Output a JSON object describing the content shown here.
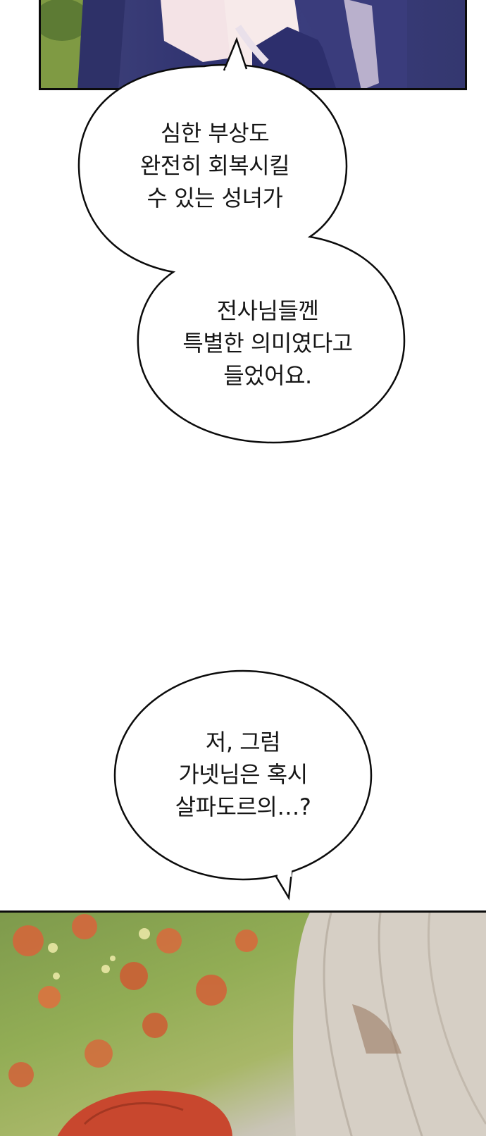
{
  "colors": {
    "ink": "#0b0b0b",
    "bubble_fill": "#ffffff",
    "text": "#161616"
  },
  "bubbles": [
    {
      "lines": [
        "심한 부상도",
        "완전히 회복시킬",
        "수 있는 성녀가"
      ]
    },
    {
      "lines": [
        "전사님들껜",
        "특별한 의미였다고",
        "들었어요."
      ]
    },
    {
      "lines": [
        "저, 그럼",
        "가넷님은 혹시",
        "살파도르의…?"
      ]
    }
  ]
}
